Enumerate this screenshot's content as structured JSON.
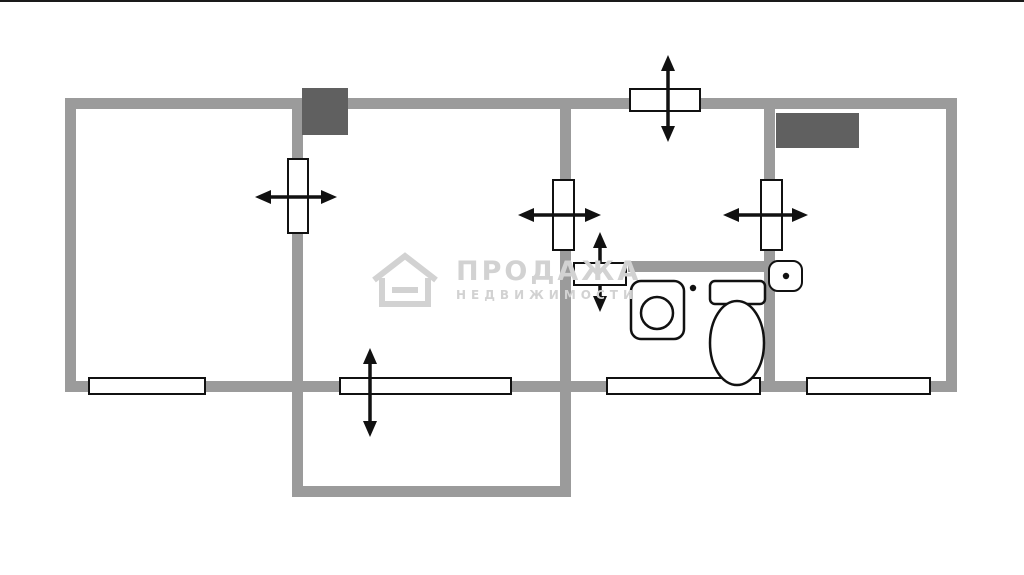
{
  "watermark": {
    "line1": "ПРОДАЖА",
    "line2": "НЕДВИЖИМОСТИ"
  },
  "colors": {
    "wall": "#9b9b9b",
    "block": "#606060",
    "line": "#111111",
    "window_fill": "#ffffff",
    "watermark": "#d2d2d2",
    "top_border": "#1a1a1a"
  },
  "icons": {
    "double_arrow": "opening direction arrow",
    "sink": "bathroom washbasin",
    "toilet": "toilet with tank",
    "boiler": "small appliance with valve dot",
    "cabinet": "low cabinet / sill"
  }
}
